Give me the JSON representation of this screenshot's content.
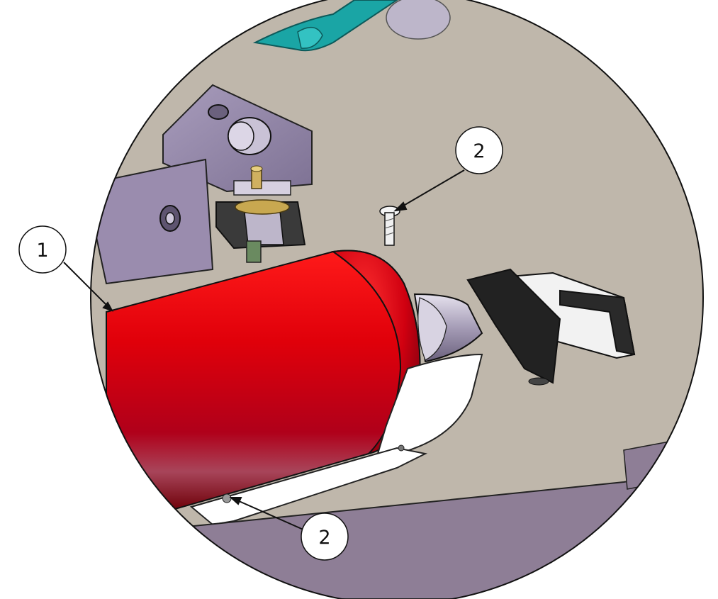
{
  "callouts": [
    {
      "id": "extinguisher",
      "number": "1"
    },
    {
      "id": "screw-top",
      "number": "2"
    },
    {
      "id": "screw-bottom",
      "number": "2"
    }
  ],
  "colors": {
    "background_panel": "#bfb7ab",
    "extinguisher_red": "#e0000a",
    "bracket_purple": "#8c7f9e",
    "handle_black": "#222222",
    "teal_part": "#1aa5a5",
    "balloon_stroke": "#111111"
  },
  "icons": [
    "screw-icon",
    "fire-extinguisher-icon",
    "mounting-bracket-icon"
  ]
}
